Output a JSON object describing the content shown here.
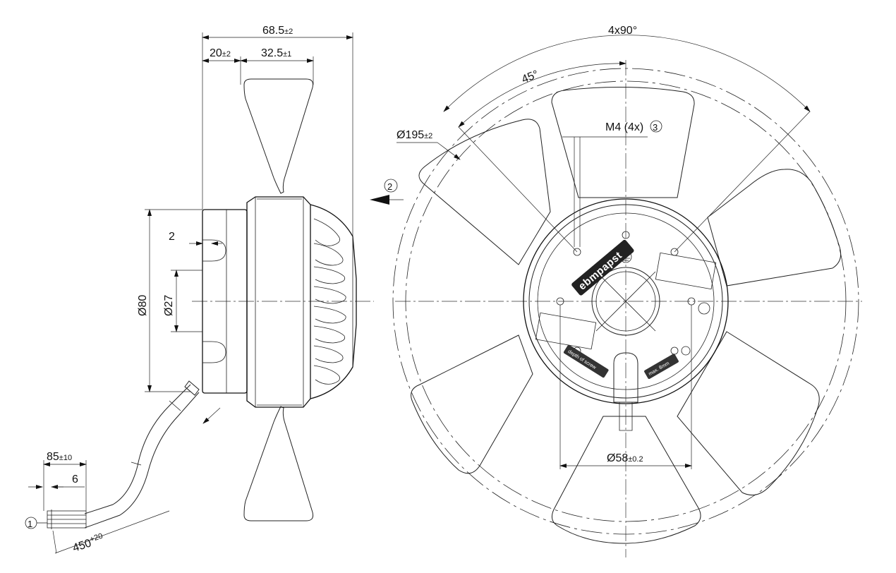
{
  "dimensions": {
    "overall_depth": {
      "value": "68.5",
      "tol": "±2"
    },
    "hub_offset": {
      "value": "20",
      "tol": "±2"
    },
    "blade_width": {
      "value": "32.5",
      "tol": "±1"
    },
    "flange_step": "2",
    "motor_diameter": "Ø80",
    "shaft_diameter": "Ø27",
    "lead_strip": {
      "value": "85",
      "tol": "±10"
    },
    "wire_strip": "6",
    "lead_length": {
      "value": "450",
      "tol": "+20"
    },
    "impeller_diameter": {
      "value": "Ø195",
      "tol": "±2"
    },
    "blade_pitch": "4x90°",
    "blade_angle": "45°",
    "mounting_thread": "M4 (4x)",
    "hole_circle": {
      "value": "Ø58",
      "tol": "±0.2"
    }
  },
  "callouts": {
    "leads": "1",
    "airflow": "2",
    "thread": "3"
  },
  "labels": {
    "brand": "ebmpapst",
    "depth_label": "depth of screw",
    "max_label": "max. 8mm"
  }
}
